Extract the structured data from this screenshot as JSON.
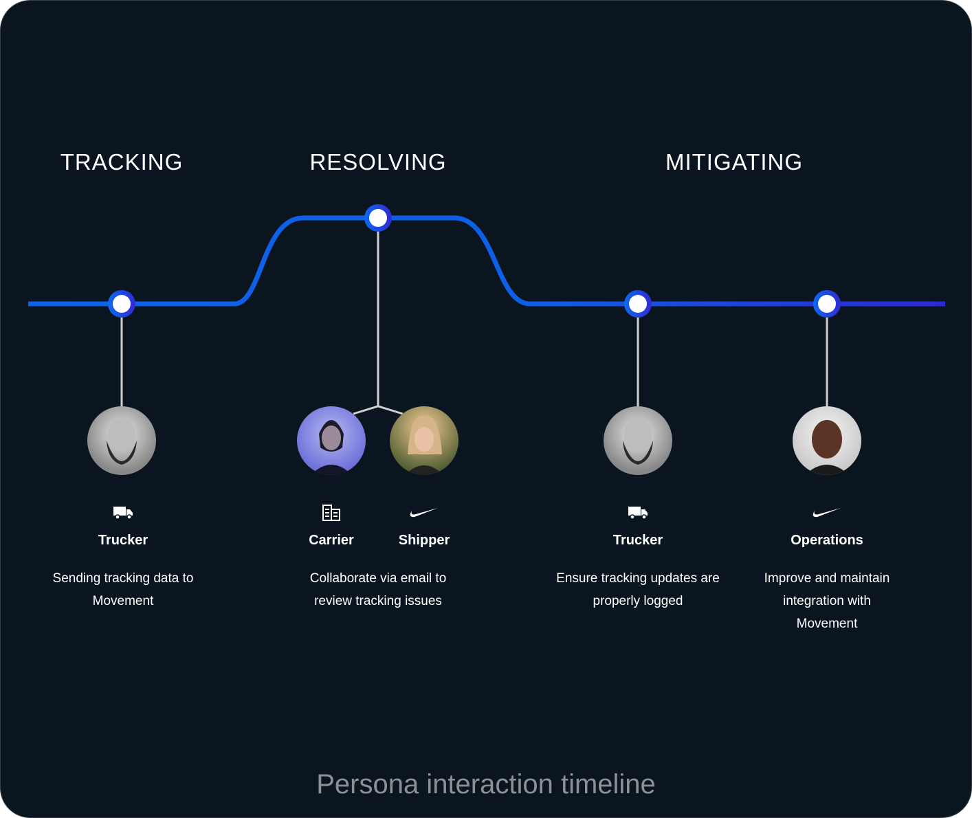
{
  "phases": [
    "TRACKING",
    "RESOLVING",
    "MITIGATING"
  ],
  "personas": [
    {
      "role": "Trucker",
      "icon": "truck-icon",
      "description": "Sending tracking data to Movement"
    },
    {
      "role": "Carrier",
      "icon": "building-icon"
    },
    {
      "role": "Shipper",
      "icon": "swoosh-logo-icon"
    },
    {
      "role": "Trucker",
      "icon": "truck-icon",
      "description": "Ensure tracking updates are properly logged"
    },
    {
      "role": "Operations",
      "icon": "swoosh-logo-icon",
      "description": "Improve and maintain integration with Movement"
    }
  ],
  "resolving_description": "Collaborate via email to review tracking issues",
  "caption": "Persona interaction timeline",
  "colors": {
    "background": "#0a1520",
    "line_start": "#0f62e8",
    "line_end": "#2b28d6",
    "connector": "#d0d0d0"
  }
}
